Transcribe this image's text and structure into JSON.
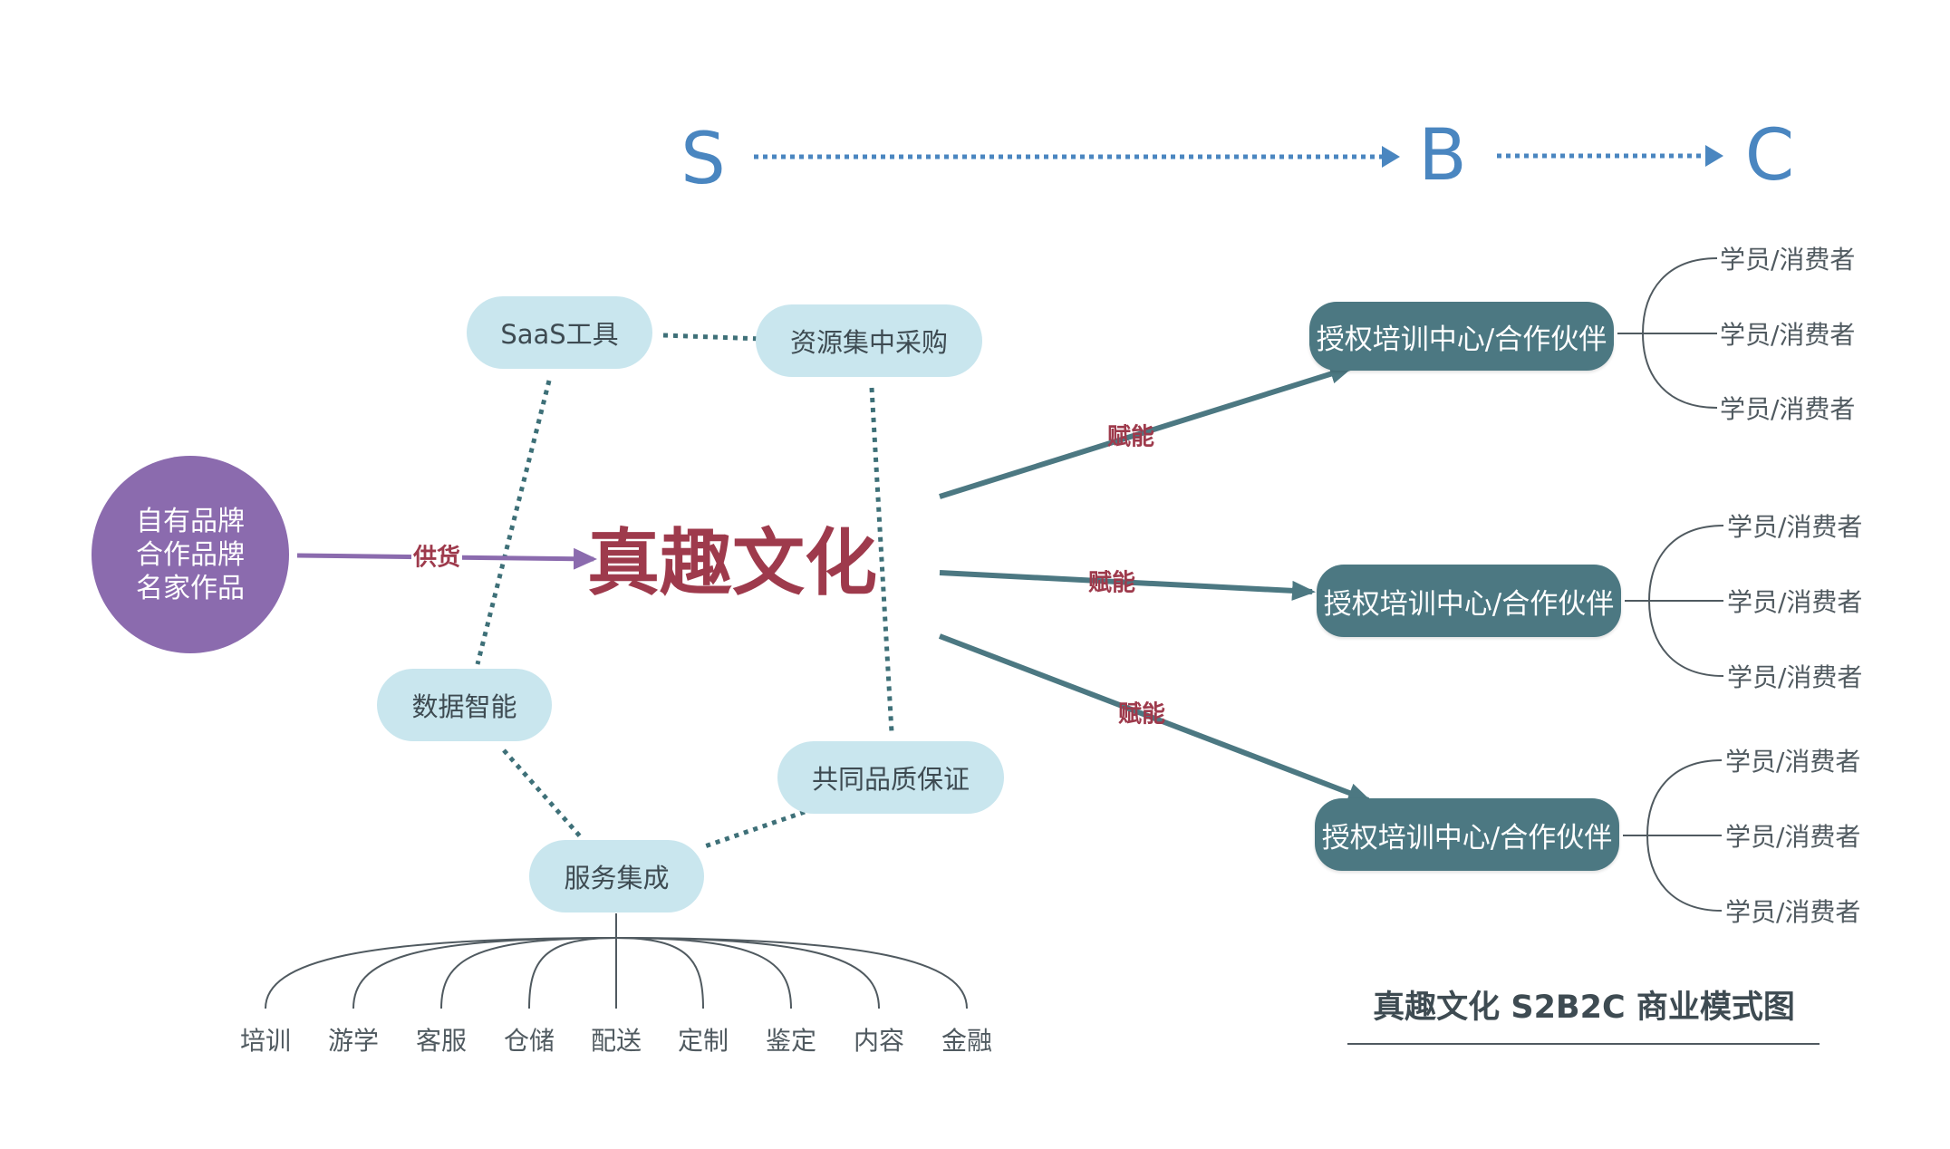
{
  "flow": {
    "s": "S",
    "b": "B",
    "c": "C"
  },
  "source": {
    "lines": [
      "自有品牌",
      "合作品牌",
      "名家作品"
    ]
  },
  "supply_label": "供货",
  "center": "真趣文化",
  "capabilities": {
    "saas": "SaaS工具",
    "procurement": "资源集中采购",
    "data": "数据智能",
    "quality": "共同品质保证",
    "service": "服务集成"
  },
  "services": [
    "培训",
    "游学",
    "客服",
    "仓储",
    "配送",
    "定制",
    "鉴定",
    "内容",
    "金融"
  ],
  "empower_label": "赋能",
  "partners": [
    {
      "label": "授权培训中心/合作伙伴",
      "consumers": [
        "学员/消费者",
        "学员/消费者",
        "学员/消费者"
      ]
    },
    {
      "label": "授权培训中心/合作伙伴",
      "consumers": [
        "学员/消费者",
        "学员/消费者",
        "学员/消费者"
      ]
    },
    {
      "label": "授权培训中心/合作伙伴",
      "consumers": [
        "学员/消费者",
        "学员/消费者",
        "学员/消费者"
      ]
    }
  ],
  "caption": "真趣文化 S2B2C 商业模式图",
  "colors": {
    "flow_blue": "#4A86C0",
    "teal_dark": "#4C7882",
    "dotted_teal": "#3E7078",
    "pill_bg": "#C9E6EE",
    "purple": "#8B6BAE",
    "maroon": "#9E3A4C"
  }
}
